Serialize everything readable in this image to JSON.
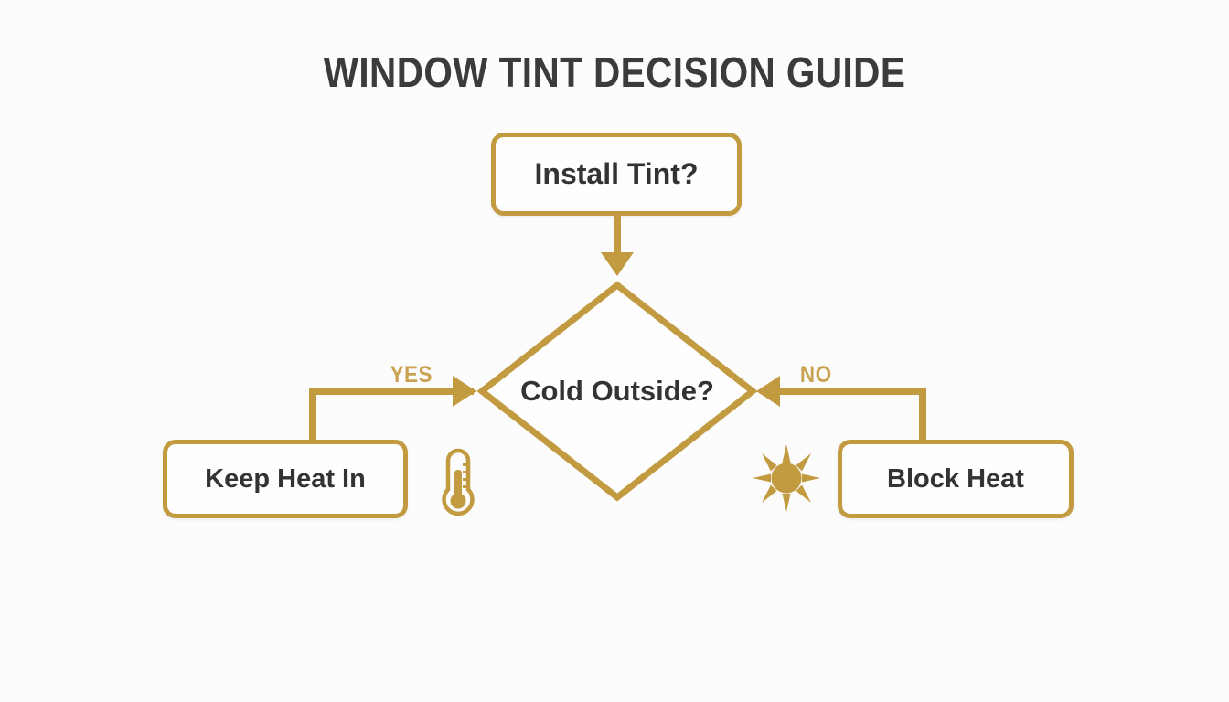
{
  "page": {
    "title": "WINDOW TINT DECISION GUIDE",
    "background_color": "#fcfcfc",
    "accent_color": "#c29a40",
    "label_color": "#c9a352",
    "text_color": "#333333",
    "title_color": "#3b3b3b"
  },
  "flowchart": {
    "type": "decision-flowchart",
    "nodes": [
      {
        "id": "install",
        "shape": "rounded-rect",
        "label": "Install Tint?"
      },
      {
        "id": "cold",
        "shape": "diamond",
        "label": "Cold Outside?"
      },
      {
        "id": "keep-heat",
        "shape": "rounded-rect",
        "label": "Keep Heat In"
      },
      {
        "id": "block-heat",
        "shape": "rounded-rect",
        "label": "Block Heat"
      }
    ],
    "edges": [
      {
        "from": "install",
        "to": "cold",
        "label": "",
        "direction": "down"
      },
      {
        "from": "cold",
        "to": "keep-heat",
        "label": "YES",
        "direction": "left"
      },
      {
        "from": "cold",
        "to": "block-heat",
        "label": "NO",
        "direction": "right"
      }
    ],
    "icons": [
      {
        "id": "thermometer",
        "name": "thermometer-icon",
        "near": "keep-heat"
      },
      {
        "id": "sun",
        "name": "sun-icon",
        "near": "block-heat"
      }
    ]
  }
}
